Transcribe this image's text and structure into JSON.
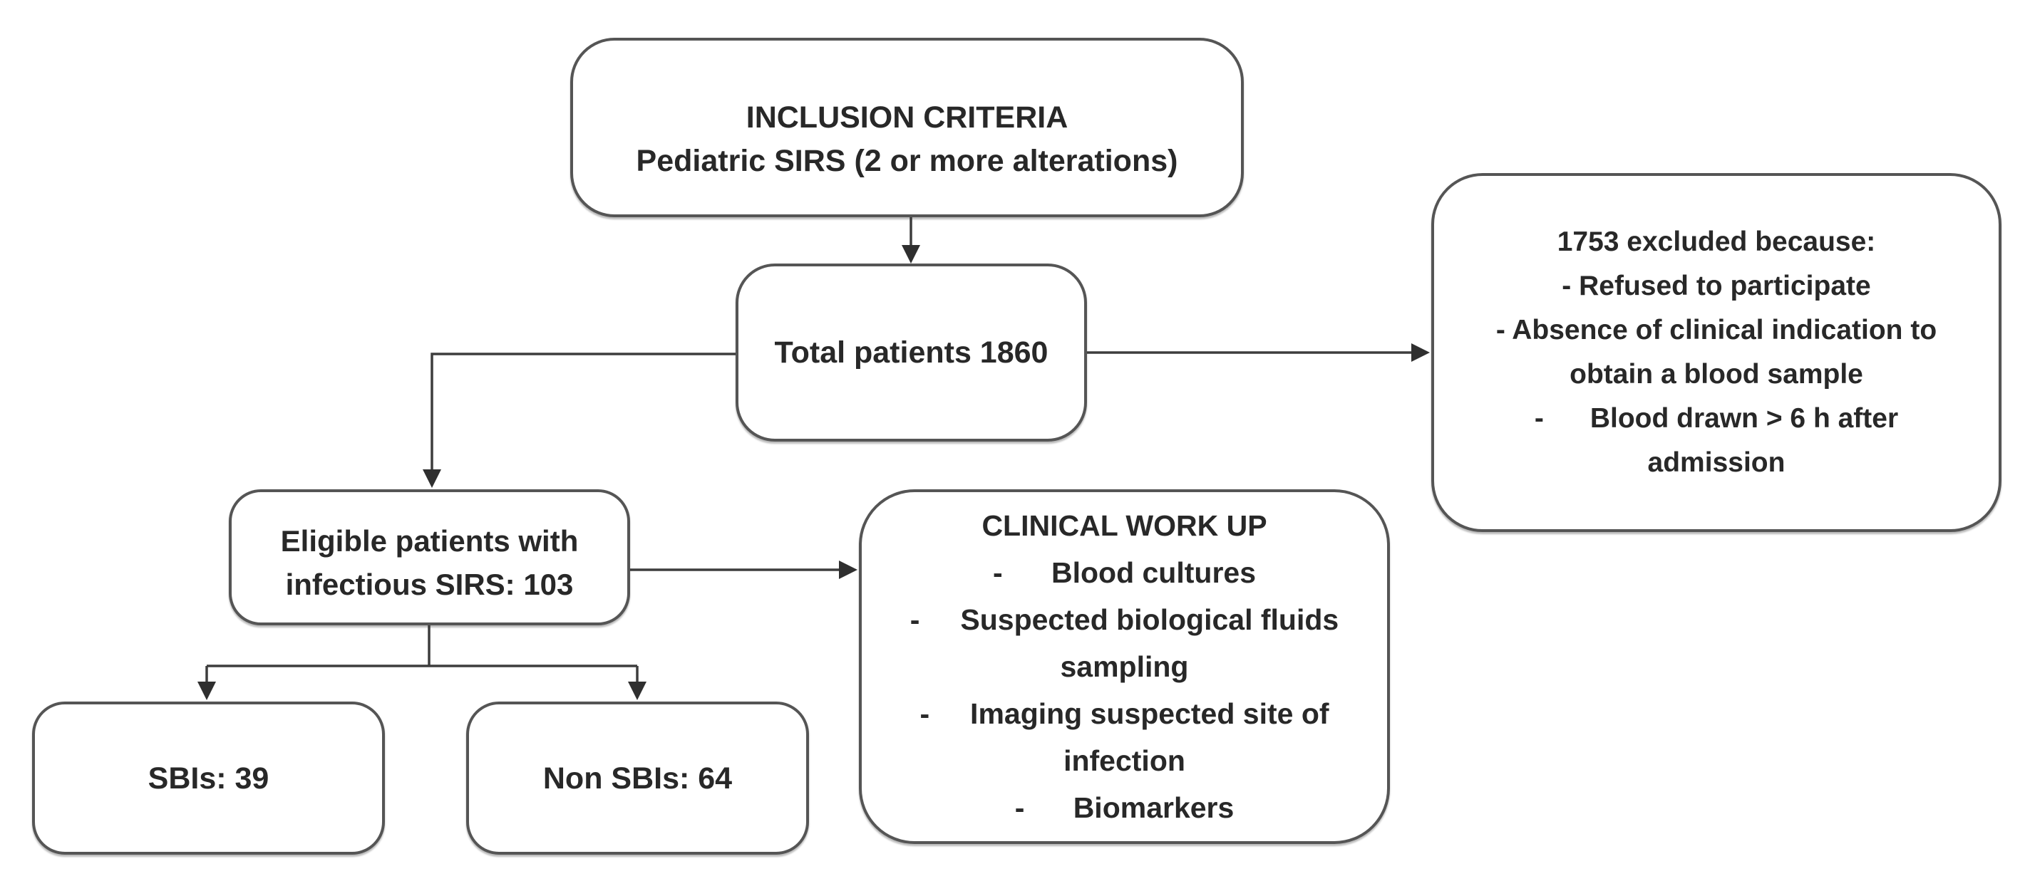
{
  "flowchart": {
    "inclusion": {
      "lines": [
        "INCLUSION CRITERIA",
        "Pediatric SIRS (2 or more alterations)"
      ]
    },
    "total_patients": {
      "label": "Total patients 1860"
    },
    "excluded": {
      "lines": [
        "1753 excluded because:",
        "- Refused to participate",
        "- Absence of clinical indication to",
        "obtain a blood sample",
        "-      Blood drawn > 6 h after",
        "admission"
      ]
    },
    "eligible": {
      "lines": [
        "Eligible patients with",
        "infectious SIRS: 103"
      ]
    },
    "clinical_workup": {
      "lines": [
        "CLINICAL WORK UP",
        "-      Blood cultures",
        "-     Suspected biological fluids",
        "sampling",
        "-     Imaging suspected site of",
        "infection",
        "-      Biomarkers"
      ]
    },
    "sbis": {
      "label": "SBIs: 39"
    },
    "non_sbis": {
      "label": "Non SBIs: 64"
    },
    "colors": {
      "background": "#ffffff",
      "box_border": "#555555",
      "connector": "#3d3d3d",
      "text": "#282828"
    }
  }
}
